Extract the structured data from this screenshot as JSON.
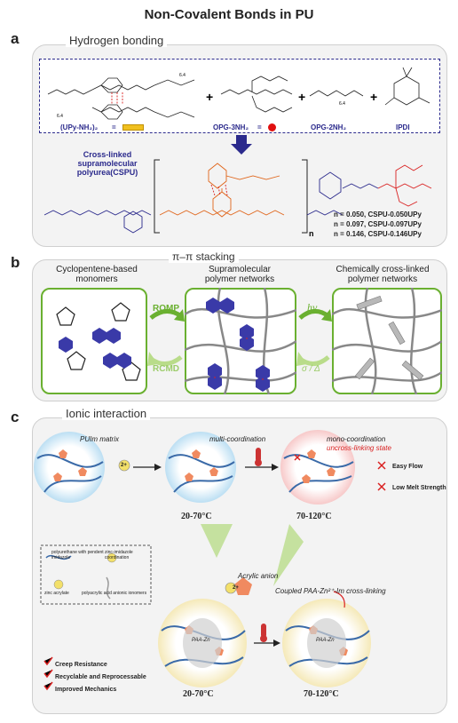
{
  "title": "Non-Covalent Bonds in PU",
  "panel_a": {
    "letter": "a",
    "heading": "Hydrogen bonding",
    "legend": {
      "upy": "(UPy-NH₂)₂",
      "opg3": "OPG-3NH₂",
      "opg2": "OPG-2NH₂",
      "ipdi": "IPDI",
      "equals": "="
    },
    "plus": "+",
    "subscripts": {
      "n64": "6.4",
      "z": "z"
    },
    "product": {
      "line1": "Cross-linked",
      "line2": "supramolecular",
      "line3": "polyurea(CSPU)",
      "n": "n"
    },
    "samples": [
      "n = 0.050, CSPU-0.050UPy",
      "n = 0.097, CSPU-0.097UPy",
      "n = 0.146, CSPU-0.146UPy"
    ]
  },
  "panel_b": {
    "letter": "b",
    "heading": "π–π stacking",
    "box1": [
      "Cyclopentene-based",
      "monomers"
    ],
    "box2": [
      "Supramolecular",
      "polymer networks"
    ],
    "box3": [
      "Chemically cross-linked",
      "polymer networks"
    ],
    "arrows": {
      "romp": "ROMP",
      "rcmd": "RCMD",
      "hv": "hν",
      "heat": "σ / Δ"
    }
  },
  "panel_c": {
    "letter": "c",
    "heading": "Ionic interaction",
    "matrix": "PUIm matrix",
    "ion": "2+",
    "multi": "multi-coordination",
    "mono": "mono-coordination",
    "uncross": "uncross-linking state",
    "easy_flow": "Easy Flow",
    "low_melt": "Low Melt Strength",
    "temp1": "20-70°C",
    "temp2": "70-120°C",
    "acrylic": "Acrylic anion",
    "legend": {
      "pu": "polyurethane with pendent imidazole",
      "zn": "zinc-imidazole coordination",
      "za": "zinc acrylate",
      "paa": "polyacrylic acid anionic ionomers"
    },
    "creep": "Creep Resistance",
    "recyclable": "Recyclable and Reprocessable",
    "mechanics": "Improved Mechanics",
    "paa_zn": "PAA-Zn",
    "coupled": "Coupled PAA-Zn²⁺-Im cross-linking",
    "temp3": "20-70°C",
    "temp4": "70-120°C"
  },
  "colors": {
    "navy": "#2b2a8c",
    "orange": "#e0651a",
    "red": "#d92020",
    "green": "#6ab030",
    "blue": "#3a3aa8",
    "lightgreen": "#b9dc8a"
  }
}
